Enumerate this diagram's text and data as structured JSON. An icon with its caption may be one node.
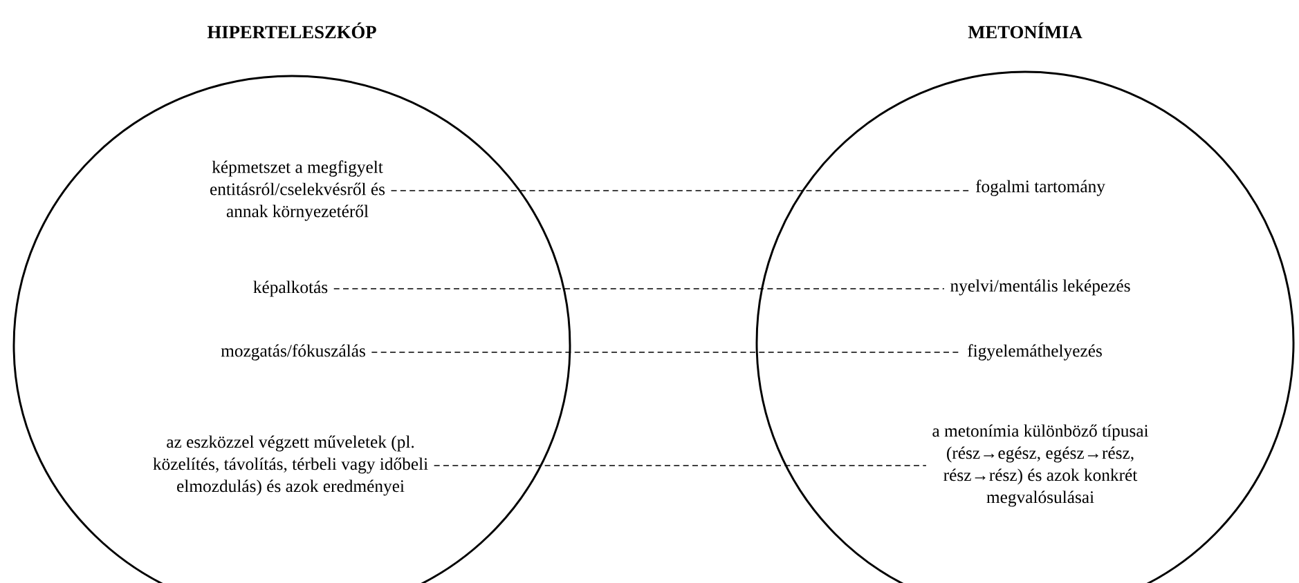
{
  "diagram": {
    "nodes": [
      {
        "text": [
          "HIPERTELESZKÓP"
        ]
      },
      {
        "text": [
          "képmetszet a megfigyelt entitásról/cselekvésről és annak környezetéről"
        ],
        "in": 0
      },
      {
        "text": [
          "képalkotás"
        ],
        "in": 0
      },
      {
        "text": [
          "mozgatás/fókuszálás"
        ],
        "in": 0
      },
      {
        "text": [
          "az eszközzel végzett műveletek (pl. közelítés, távolítás, térbeli vagy időbeli elmozdulás) és azok eredményei"
        ],
        "in": 0
      },
      {
        "text": [
          "METONÍMIA"
        ]
      },
      {
        "text": [
          "fogalmi tartomány"
        ],
        "in": 5
      },
      {
        "text": [
          "nyelvi/mentális leképezés"
        ],
        "in": 5
      },
      {
        "text": [
          "figyelemáthelyezés"
        ],
        "in": 5
      },
      {
        "text": [
          "a metonímia különböző típusai (rész→egész, egész→rész, rész→rész) és azok konkrét megvalósulásai"
        ],
        "in": 5
      }
    ],
    "edges": [
      {
        "from": 1,
        "to": 6,
        "arrow": "none",
        "style": "dashed"
      },
      {
        "from": 2,
        "to": 7,
        "arrow": "none",
        "style": "dashed"
      },
      {
        "from": 3,
        "to": 8,
        "arrow": "none",
        "style": "dashed"
      },
      {
        "from": 4,
        "to": 9,
        "arrow": "none",
        "style": "dashed"
      }
    ]
  }
}
